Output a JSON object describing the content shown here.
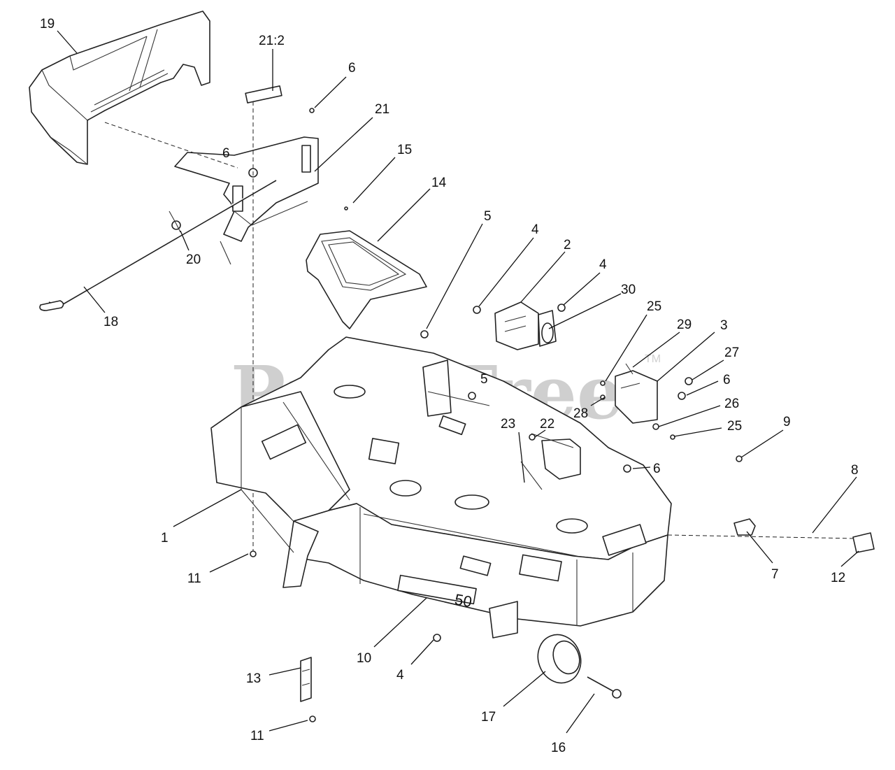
{
  "watermark": {
    "text": "PartsTree",
    "mark": "TM"
  },
  "callouts": [
    "19",
    "21:2",
    "6",
    "21",
    "6",
    "15",
    "14",
    "20",
    "18",
    "5",
    "4",
    "2",
    "4",
    "30",
    "25",
    "29",
    "3",
    "27",
    "6",
    "28",
    "5",
    "26",
    "25",
    "23",
    "22",
    "9",
    "6",
    "8",
    "1",
    "11",
    "7",
    "12",
    "10",
    "4",
    "13",
    "17",
    "11",
    "16"
  ],
  "deck_text": {
    "model": "50"
  }
}
